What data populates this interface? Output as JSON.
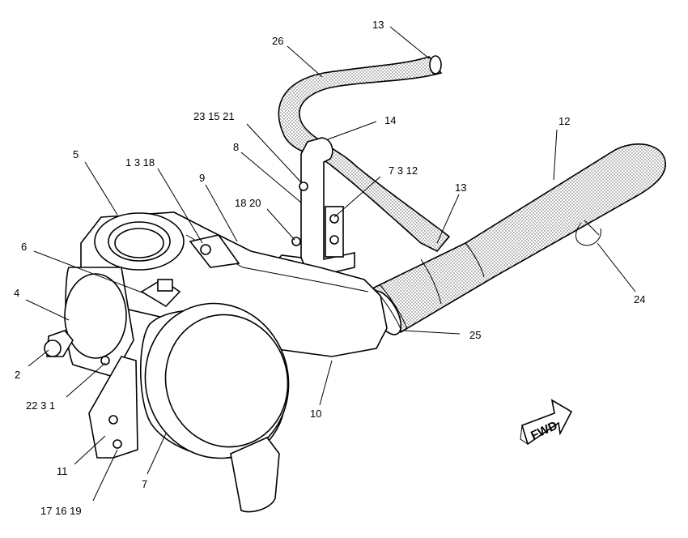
{
  "callouts": [
    {
      "id": "c1",
      "text": "13"
    },
    {
      "id": "c2",
      "text": "26"
    },
    {
      "id": "c3",
      "text": "23  15  21"
    },
    {
      "id": "c4",
      "text": "14"
    },
    {
      "id": "c5",
      "text": "12"
    },
    {
      "id": "c6",
      "text": "5"
    },
    {
      "id": "c7",
      "text": "1  3  18"
    },
    {
      "id": "c8",
      "text": "8"
    },
    {
      "id": "c9",
      "text": "9"
    },
    {
      "id": "c10",
      "text": "7  3  12"
    },
    {
      "id": "c11",
      "text": "13"
    },
    {
      "id": "c12",
      "text": "18  20"
    },
    {
      "id": "c13",
      "text": "6"
    },
    {
      "id": "c14",
      "text": "4"
    },
    {
      "id": "c15",
      "text": "24"
    },
    {
      "id": "c16",
      "text": "25"
    },
    {
      "id": "c17",
      "text": "2"
    },
    {
      "id": "c18",
      "text": "22  3  1"
    },
    {
      "id": "c19",
      "text": "10"
    },
    {
      "id": "c20",
      "text": "11"
    },
    {
      "id": "c21",
      "text": "7"
    },
    {
      "id": "c22",
      "text": "17  16  19"
    }
  ],
  "direction_marker": {
    "label": "FWD"
  }
}
